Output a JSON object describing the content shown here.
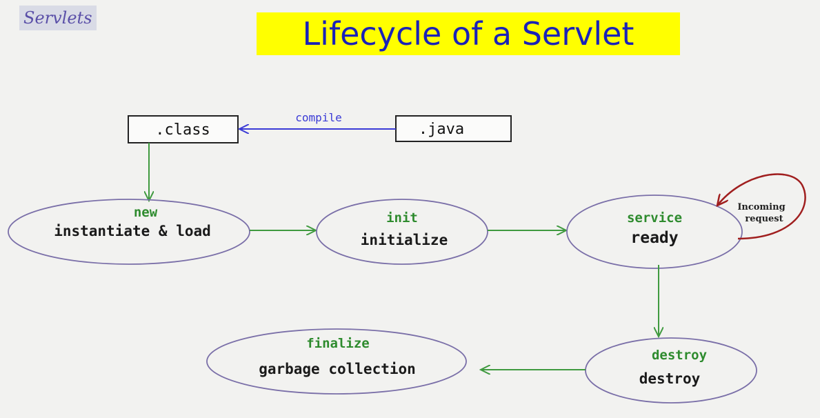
{
  "header": {
    "brand": "Servlets",
    "title": "Lifecycle of a Servlet"
  },
  "colors": {
    "title_bg": "#ffff00",
    "title_text": "#1a22b8",
    "state_name": "#2e8b2e",
    "arrow_green": "#3f9a3f",
    "arrow_blue": "#3a3ad6",
    "loop_red": "#a01f1f",
    "ellipse_stroke": "#7a6fa8"
  },
  "boxes": {
    "class": ".class",
    "java": ".java"
  },
  "edges": {
    "compile": "compile",
    "incoming": [
      "Incoming",
      "request"
    ]
  },
  "states": {
    "new": {
      "name": "new",
      "desc": "instantiate & load"
    },
    "init": {
      "name": "init",
      "desc": "initialize"
    },
    "service": {
      "name": "service",
      "desc": "ready"
    },
    "destroy": {
      "name": "destroy",
      "desc": "destroy"
    },
    "finalize": {
      "name": "finalize",
      "desc": "garbage collection"
    }
  }
}
